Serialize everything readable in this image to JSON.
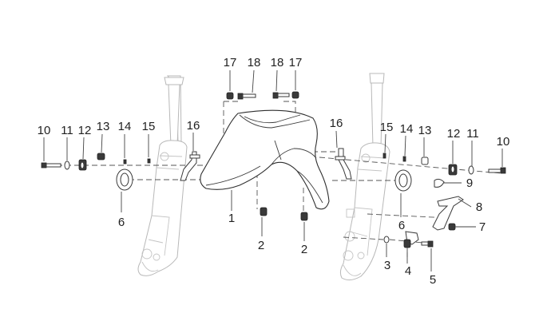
{
  "diagram": {
    "callouts": [
      {
        "id": "c17a",
        "text": "17"
      },
      {
        "id": "c18a",
        "text": "18"
      },
      {
        "id": "c18b",
        "text": "18"
      },
      {
        "id": "c17b",
        "text": "17"
      },
      {
        "id": "c10l",
        "text": "10"
      },
      {
        "id": "c11l",
        "text": "11"
      },
      {
        "id": "c12l",
        "text": "12"
      },
      {
        "id": "c13l",
        "text": "13"
      },
      {
        "id": "c14l",
        "text": "14"
      },
      {
        "id": "c15l",
        "text": "15"
      },
      {
        "id": "c16l",
        "text": "16"
      },
      {
        "id": "c16r",
        "text": "16"
      },
      {
        "id": "c15r",
        "text": "15"
      },
      {
        "id": "c14r",
        "text": "14"
      },
      {
        "id": "c13r",
        "text": "13"
      },
      {
        "id": "c12r",
        "text": "12"
      },
      {
        "id": "c11r",
        "text": "11"
      },
      {
        "id": "c10r",
        "text": "10"
      },
      {
        "id": "c9",
        "text": "9"
      },
      {
        "id": "c8",
        "text": "8"
      },
      {
        "id": "c7",
        "text": "7"
      },
      {
        "id": "c6l",
        "text": "6"
      },
      {
        "id": "c6r",
        "text": "6"
      },
      {
        "id": "c1",
        "text": "1"
      },
      {
        "id": "c2l",
        "text": "2"
      },
      {
        "id": "c2r",
        "text": "2"
      },
      {
        "id": "c3",
        "text": "3"
      },
      {
        "id": "c4",
        "text": "4"
      },
      {
        "id": "c5",
        "text": "5"
      }
    ]
  }
}
